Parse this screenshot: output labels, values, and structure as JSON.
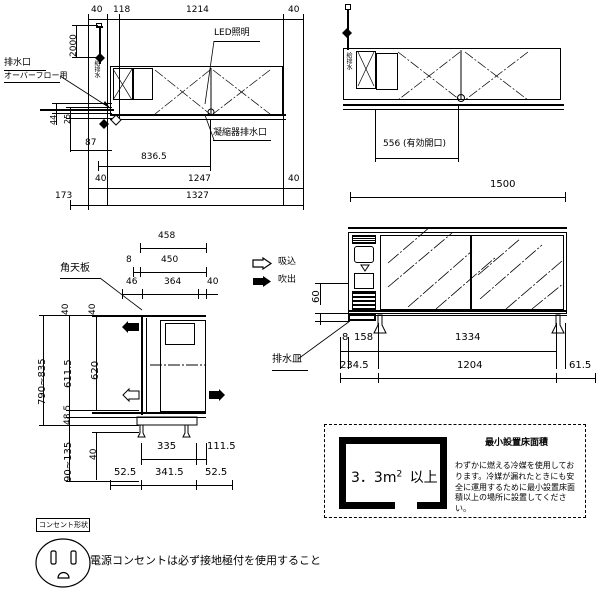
{
  "drawing": {
    "title": "refrigerated-display-case-dimension-drawing",
    "views": {
      "top_left": {
        "name": "plan-view",
        "labels": {
          "led": "LED照明",
          "drain_outlet": "排水口",
          "drain_outlet_sub": "オーバーフロー用",
          "condenser_drain": "凝縮器排水口",
          "water_supply_vertical": "給排水"
        },
        "dimensions": {
          "top_row": [
            "40",
            "118",
            "1214",
            "40"
          ],
          "height_2000": "2000",
          "left_44": "44",
          "left_25": "25",
          "left_87": "87",
          "mid_836_5": "836.5",
          "row_40": "40",
          "row_1247": "1247",
          "row_40b": "40",
          "bottom_173": "173",
          "bottom_1327": "1327"
        }
      },
      "top_right": {
        "name": "rear-plan-view",
        "labels": {
          "water_supply_vertical": "給排水"
        },
        "dimensions": {
          "opening": "556 (有効開口)"
        }
      },
      "mid_left": {
        "name": "side-section-view",
        "labels": {
          "top_plate": "角天板"
        },
        "dimensions": {
          "w_458": "458",
          "w_8": "8",
          "w_450": "450",
          "w_46": "46",
          "w_364": "364",
          "w_40": "40",
          "h_40_a": "40",
          "h_40_b": "40",
          "h_total": "790~835",
          "h_611_5": "611.5",
          "h_620": "620",
          "h_48_5": "48.5",
          "h_90_135": "90~135",
          "h_40_c": "40",
          "b_335": "335",
          "b_111_5": "111.5",
          "b_52_5_l": "52.5",
          "b_341_5": "341.5",
          "b_52_5_r": "52.5"
        }
      },
      "mid_right": {
        "name": "front-elevation-view",
        "labels": {
          "drain_pan": "排水皿"
        },
        "dimensions": {
          "w_1500": "1500",
          "h_60": "60",
          "b_8": "8",
          "b_158": "158",
          "b_1334": "1334",
          "b_234_5": "234.5",
          "b_1204": "1204",
          "b_61_5": "61.5"
        }
      }
    },
    "airflow_legend": {
      "name": "airflow-legend",
      "intake": {
        "label": "吸込",
        "style": "outline-arrow"
      },
      "outlet": {
        "label": "吹出",
        "style": "filled-arrow"
      }
    },
    "floor_area_note": {
      "name": "minimum-floor-area-note",
      "heading": "最小設置床面積",
      "value": "3．3m",
      "value_sup": "2",
      "value_suffix": "以上",
      "body": "わずかに燃える冷媒を使用しております。冷媒が漏れたときにも安全に運用するために最小設置床面積以上の場所に設置してください。"
    },
    "plug_note": {
      "name": "power-plug-note",
      "box_label": "コンセント形状",
      "text": "電源コンセントは必ず接地極付を使用すること"
    }
  }
}
